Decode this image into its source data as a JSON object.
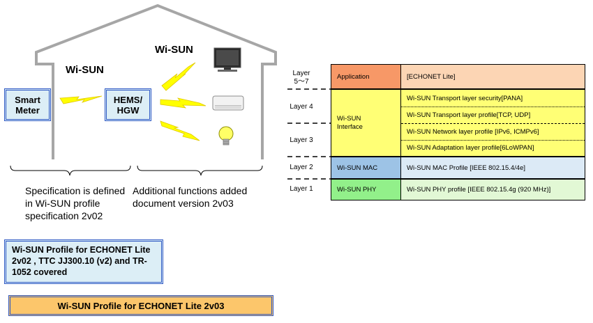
{
  "house": {
    "wisun_label_left": "Wi-SUN",
    "wisun_label_right": "Wi-SUN",
    "smart_meter_label": "Smart\nMeter",
    "hems_label": "HEMS/\nHGW",
    "spec_left": "Specification is defined\nin Wi-SUN profile\nspecification 2v02",
    "spec_right": "Additional functions added\ndocument version 2v03"
  },
  "stack": {
    "layer_labels": [
      "Layer\n5～7",
      "Layer 4",
      "Layer 3",
      "Layer 2",
      "Layer 1"
    ],
    "application": {
      "name": "Application",
      "content": "[ECHONET Lite]"
    },
    "interface": {
      "name": "Wi-SUN\nInterface",
      "rows": [
        "Wi-SUN Transport layer security[PANA]",
        "Wi-SUN Transport layer profile[TCP, UDP]",
        "Wi-SUN Network layer profile [IPv6, ICMPv6]",
        "Wi-SUN Adaptation layer profile[6LoWPAN]"
      ]
    },
    "mac": {
      "name": "Wi-SUN MAC",
      "content": "Wi-SUN MAC Profile [IEEE 802.15.4/4e]"
    },
    "phy": {
      "name": "Wi-SUN PHY",
      "content": "Wi-SUN PHY profile [IEEE 802.15.4g (920 MHz)]"
    }
  },
  "notes": {
    "profile_2v02": "Wi-SUN Profile for ECHONET Lite\n2v02 , TTC JJ300.10 (v2) and TR-\n1052 covered",
    "profile_2v03": "Wi-SUN Profile for ECHONET Lite 2v03"
  },
  "colors": {
    "application": "#f79867",
    "application_content": "#fcd5b4",
    "interface": "#ffff75",
    "mac": "#9dc3e6",
    "mac_content": "#dceaf6",
    "phy": "#92f08a",
    "phy_content": "#e2f8d5",
    "lightning": "#ffff00",
    "note_blue": "#dceef6",
    "note_orange": "#fcc66b"
  },
  "icons": [
    "lightning-bolt-icon",
    "tv-icon",
    "air-conditioner-icon",
    "light-bulb-icon"
  ]
}
